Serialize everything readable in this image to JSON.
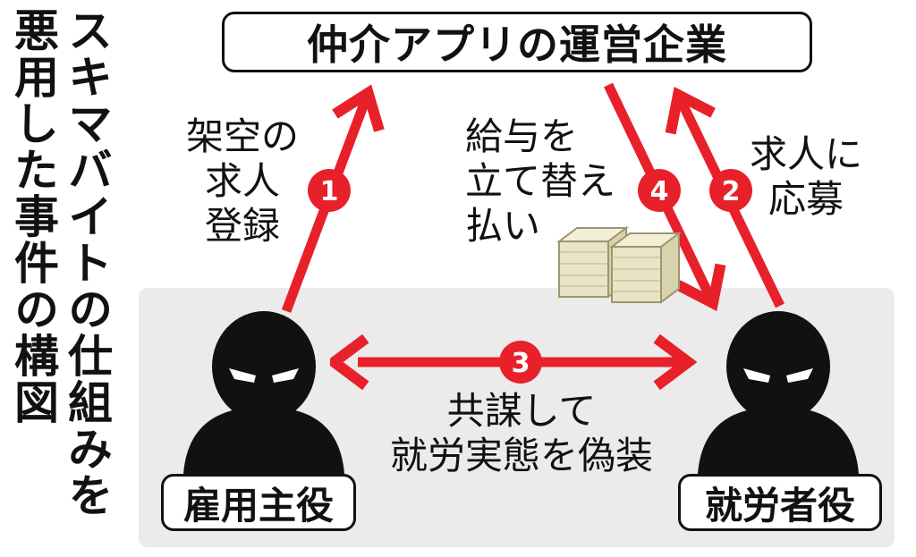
{
  "title": {
    "line1": "スキマバイトの仕組みを",
    "line2": "悪用した事件の構図"
  },
  "company": "仲介アプリの運営企業",
  "employer": "雇用主役",
  "worker": "就労者役",
  "steps": [
    {
      "num": "1",
      "label_lines": [
        "架空の",
        "求人",
        "登録"
      ]
    },
    {
      "num": "2",
      "label_lines": [
        "求人に",
        "応募"
      ]
    },
    {
      "num": "3",
      "label_lines": [
        "共謀して",
        "就労実態を偽装"
      ]
    },
    {
      "num": "4",
      "label_lines": [
        "給与を",
        "立て替え",
        "払い"
      ]
    }
  ],
  "colors": {
    "arrow": "#e8202a",
    "figure": "#111111",
    "panel": "#ebebeb",
    "money": "#e9e4c6"
  }
}
